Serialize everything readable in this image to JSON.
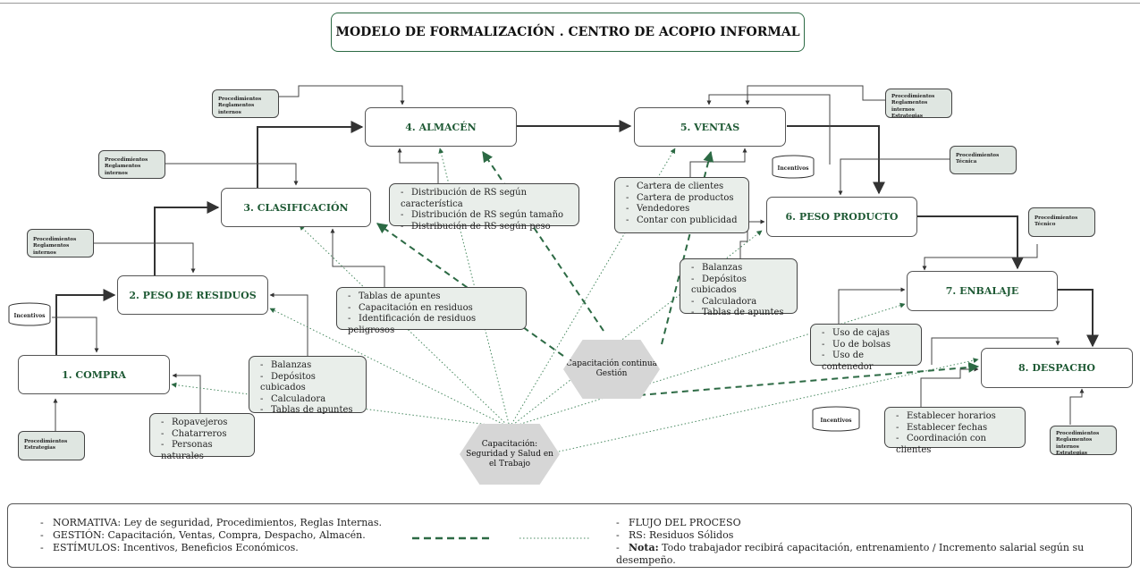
{
  "title": "MODELO DE FORMALIZACIÓN . CENTRO DE ACOPIO INFORMAL",
  "steps": {
    "s1": "1.  COMPRA",
    "s2": "2. PESO DE RESIDUOS",
    "s3": "3. CLASIFICACIÓN",
    "s4": "4. ALMACÉN",
    "s5": "5. VENTAS",
    "s6": "6. PESO PRODUCTO",
    "s7": "7. ENBALAJE",
    "s8": "8. DESPACHO"
  },
  "notes": {
    "proc_reg": [
      "Procedimientos",
      "Reglamentos internos"
    ],
    "proc_est": [
      "Procedimientos",
      "Estrategias"
    ],
    "proc_reg_est": [
      "Procedimientos",
      "Reglamentos internos",
      "Estrategias"
    ],
    "proc_tec": [
      "Procedimientos",
      "Técnica"
    ],
    "proc_tec2": [
      "Procedimientos",
      "Técnico"
    ]
  },
  "incentivos": "Incentivos",
  "lists": {
    "compra": [
      "Ropavejeros",
      "Chatarreros",
      "Personas naturales"
    ],
    "peso_residuos": [
      "Balanzas",
      "Depósitos cubicados",
      "Calculadora",
      "Tablas de apuntes"
    ],
    "clasificacion": [
      "Tablas de apuntes",
      "Capacitación en residuos",
      "Identificación de residuos peligrosos"
    ],
    "almacen": [
      "Distribución de RS según característica",
      "Distribución de RS según tamaño",
      "Distribución de RS según peso"
    ],
    "ventas": [
      "Cartera de clientes",
      "Cartera de productos",
      "Vendedores",
      "Contar con publicidad"
    ],
    "peso_producto": [
      "Balanzas",
      "Depósitos cubicados",
      "Calculadora",
      "Tablas de apuntes"
    ],
    "embalaje": [
      "Uso de cajas",
      "Uo de bolsas",
      "Uso de contenedor"
    ],
    "despacho": [
      "Establecer horarios",
      "Establecer fechas",
      "Coordinación con clientes"
    ]
  },
  "hexagons": {
    "gestion": [
      "Capacitación continua",
      "Gestión"
    ],
    "seguridad": [
      "Capacitación:",
      "Seguridad y Salud en",
      "el Trabajo"
    ]
  },
  "legend": {
    "left": [
      "NORMATIVA: Ley de seguridad, Procedimientos, Reglas Internas.",
      "GESTIÓN: Capacitación, Ventas, Compra, Despacho, Almacén.",
      "ESTÍMULOS: Incentivos, Beneficios Económicos."
    ],
    "right1": "FLUJO DEL PROCESO",
    "right2": "RS: Residuos Sólidos",
    "note_label": "Nota:",
    "note_text": "Todo trabajador recibirá capacitación, entrenamiento / Incremento salarial según su desempeño."
  },
  "colors": {
    "dark_green": "#1f5a35",
    "dashed_green": "#2c6a44",
    "note_fill": "#dfe6e1",
    "hex_fill": "#d6d6d6"
  }
}
